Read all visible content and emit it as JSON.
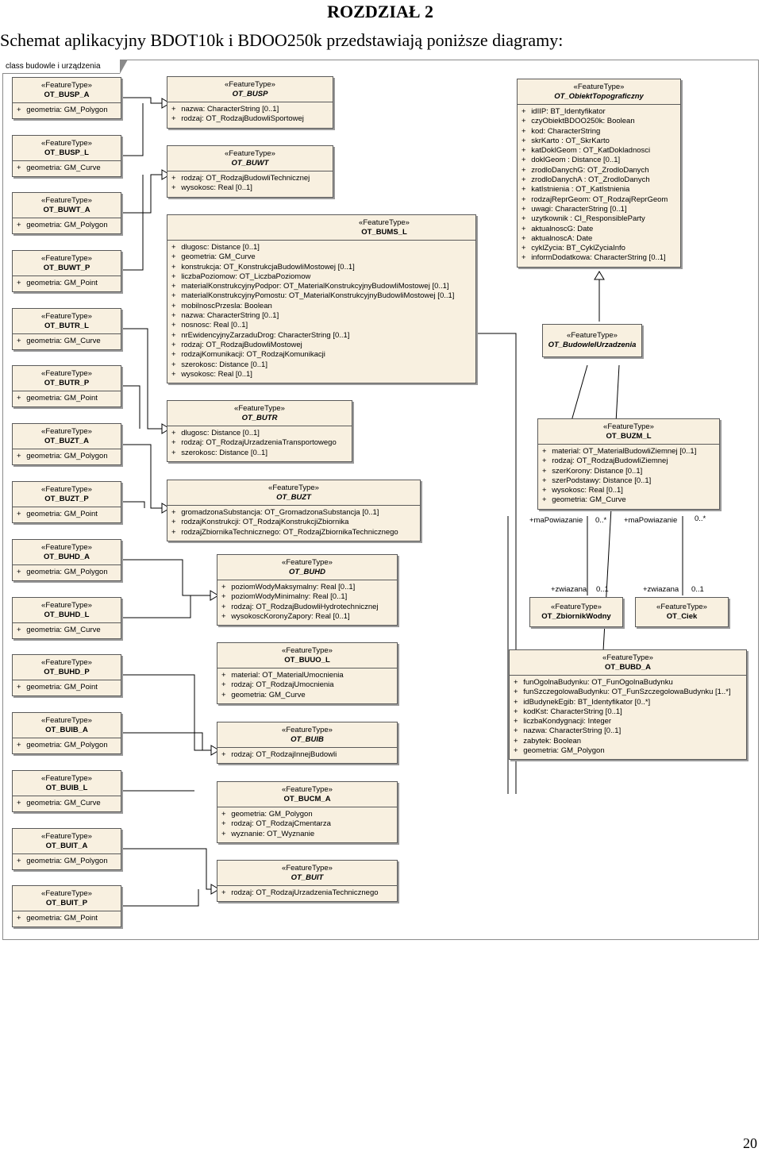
{
  "heading": "ROZDZIAŁ 2",
  "intro": "Schemat aplikacyjny BDOT10k i BDOO250k przedstawiają poniższe diagramy:",
  "diagram_tab": "class budowle i urządzenia",
  "page_number": "20",
  "stereotype": "«FeatureType»",
  "classes": {
    "busp_a": {
      "name": "OT_BUSP_A",
      "attrs": [
        "geometria: GM_Polygon"
      ]
    },
    "busp_l": {
      "name": "OT_BUSP_L",
      "attrs": [
        "geometria: GM_Curve"
      ]
    },
    "buwt_a": {
      "name": "OT_BUWT_A",
      "attrs": [
        "geometria: GM_Polygon"
      ]
    },
    "buwt_p": {
      "name": "OT_BUWT_P",
      "attrs": [
        "geometria: GM_Point"
      ]
    },
    "butr_l": {
      "name": "OT_BUTR_L",
      "attrs": [
        "geometria: GM_Curve"
      ]
    },
    "butr_p": {
      "name": "OT_BUTR_P",
      "attrs": [
        "geometria: GM_Point"
      ]
    },
    "buzt_a": {
      "name": "OT_BUZT_A",
      "attrs": [
        "geometria: GM_Polygon"
      ]
    },
    "buzt_p": {
      "name": "OT_BUZT_P",
      "attrs": [
        "geometria: GM_Point"
      ]
    },
    "buhd_a": {
      "name": "OT_BUHD_A",
      "attrs": [
        "geometria: GM_Polygon"
      ]
    },
    "buhd_l": {
      "name": "OT_BUHD_L",
      "attrs": [
        "geometria: GM_Curve"
      ]
    },
    "buhd_p": {
      "name": "OT_BUHD_P",
      "attrs": [
        "geometria: GM_Point"
      ]
    },
    "buib_a": {
      "name": "OT_BUIB_A",
      "attrs": [
        "geometria: GM_Polygon"
      ]
    },
    "buib_l": {
      "name": "OT_BUIB_L",
      "attrs": [
        "geometria: GM_Curve"
      ]
    },
    "buit_a": {
      "name": "OT_BUIT_A",
      "attrs": [
        "geometria: GM_Polygon"
      ]
    },
    "buit_p": {
      "name": "OT_BUIT_P",
      "attrs": [
        "geometria: GM_Point"
      ]
    },
    "busp": {
      "name": "OT_BUSP",
      "attrs": [
        "nazwa: CharacterString [0..1]",
        "rodzaj: OT_RodzajBudowliSportowej"
      ]
    },
    "buwt": {
      "name": "OT_BUWT",
      "attrs": [
        "rodzaj: OT_RodzajBudowliTechnicznej",
        "wysokosc: Real [0..1]"
      ]
    },
    "bums_l": {
      "name": "OT_BUMS_L",
      "attrs": [
        "dlugosc: Distance [0..1]",
        "geometria: GM_Curve",
        "konstrukcja: OT_KonstrukcjaBudowliMostowej [0..1]",
        "liczbaPoziomow: OT_LiczbaPoziomow",
        "materialKonstrukcyjnyPodpor: OT_MaterialKonstrukcyjnyBudowliMostowej [0..1]",
        "materialKonstrukcyjnyPomostu: OT_MaterialKonstrukcyjnyBudowliMostowej [0..1]",
        "mobilnoscPrzesla: Boolean",
        "nazwa: CharacterString [0..1]",
        "nosnosc: Real [0..1]",
        "nrEwidencyjnyZarzaduDrog: CharacterString [0..1]",
        "rodzaj: OT_RodzajBudowliMostowej",
        "rodzajKomunikacji: OT_RodzajKomunikacji",
        "szerokosc: Distance [0..1]",
        "wysokosc: Real [0..1]"
      ]
    },
    "butr": {
      "name": "OT_BUTR",
      "attrs": [
        "dlugosc: Distance [0..1]",
        "rodzaj: OT_RodzajUrzadzeniaTransportowego",
        "szerokosc: Distance [0..1]"
      ]
    },
    "buzt": {
      "name": "OT_BUZT",
      "attrs": [
        "gromadzonaSubstancja: OT_GromadzonaSubstancja [0..1]",
        "rodzajKonstrukcji: OT_RodzajKonstrukcjiZbiornika",
        "rodzajZbiornikaTechnicznego: OT_RodzajZbiornikaTechnicznego"
      ]
    },
    "buhd": {
      "name": "OT_BUHD",
      "attrs": [
        "poziomWodyMaksymalny: Real [0..1]",
        "poziomWodyMinimalny: Real [0..1]",
        "rodzaj: OT_RodzajBudowliHydrotechnicznej",
        "wysokoscKoronyZapory: Real [0..1]"
      ]
    },
    "buuo_l": {
      "name": "OT_BUUO_L",
      "attrs": [
        "material: OT_MaterialUmocnienia",
        "rodzaj: OT_RodzajUmocnienia",
        "geometria: GM_Curve"
      ]
    },
    "buib": {
      "name": "OT_BUIB",
      "attrs": [
        "rodzaj: OT_RodzajInnejBudowli"
      ]
    },
    "bucm_a": {
      "name": "OT_BUCM_A",
      "attrs": [
        "geometria: GM_Polygon",
        "rodzaj: OT_RodzajCmentarza",
        "wyznanie: OT_Wyznanie"
      ]
    },
    "buit": {
      "name": "OT_BUIT",
      "attrs": [
        "rodzaj: OT_RodzajUrzadzeniaTechnicznego"
      ]
    },
    "obiekt": {
      "name": "OT_ObiektTopograficzny",
      "attrs": [
        "idIIP: BT_Identyfikator",
        "czyObiektBDOO250k: Boolean",
        "kod: CharacterString",
        "skrKarto : OT_SkrKarto",
        "katDoklGeom : OT_KatDokladnosci",
        "doklGeom : Distance [0..1]",
        "zrodloDanychG: OT_ZrodloDanych",
        "zrodloDanychA : OT_ZrodloDanych",
        "katIstnienia : OT_KatIstnienia",
        "rodzajReprGeom: OT_RodzajReprGeom",
        "uwagi: CharacterString [0..1]",
        "uzytkownik : CI_ResponsibleParty",
        "aktualnoscG: Date",
        "aktualnoscA: Date",
        "cyklZycia: BT_CyklZyciaInfo",
        "informDodatkowa: CharacterString [0..1]"
      ]
    },
    "budowle": {
      "name": "OT_BudowleIUrzadzenia",
      "attrs": []
    },
    "buzm_l": {
      "name": "OT_BUZM_L",
      "attrs": [
        "material: OT_MaterialBudowliZiemnej [0..1]",
        "rodzaj: OT_RodzajBudowliZiemnej",
        "szerKorony: Distance [0..1]",
        "szerPodstawy: Distance [0..1]",
        "wysokosc: Real [0..1]",
        "geometria: GM_Curve"
      ]
    },
    "zbiornik": {
      "name": "OT_ZbiornikWodny",
      "attrs": []
    },
    "ciek": {
      "name": "OT_Ciek",
      "attrs": []
    },
    "bubd_a": {
      "name": "OT_BUBD_A",
      "attrs": [
        "funOgolnaBudynku: OT_FunOgolnaBudynku",
        "funSzczegolowaBudynku: OT_FunSzczegolowaBudynku [1..*]",
        "idBudynekEgib: BT_Identyfikator [0..*]",
        "kodKst: CharacterString [0..1]",
        "liczbaKondygnacji: Integer",
        "nazwa: CharacterString [0..1]",
        "zabytek: Boolean",
        "geometria: GM_Polygon"
      ]
    }
  },
  "roles": {
    "mapow1": "+maPowiazanie",
    "mult1": "0..*",
    "mapow2": "+maPowiazanie",
    "mult2": "0..*",
    "zw1": "+zwiazana",
    "zw1m": "0..1",
    "zw2": "+zwiazana",
    "zw2m": "0..1"
  }
}
